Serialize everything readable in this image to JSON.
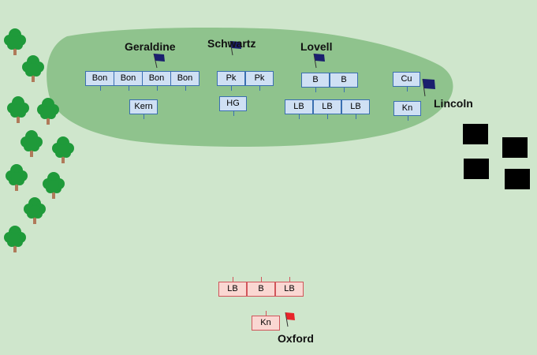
{
  "colors": {
    "background": "#cfe6cc",
    "forest": "#8fc38d",
    "york_unit_fill": "#cfe0f4",
    "york_unit_border": "#3a6fb0",
    "york_flag": "#1a1f6e",
    "lancaster_unit_fill": "#fad7d2",
    "lancaster_unit_border": "#d0555a",
    "lancaster_flag": "#e8242a",
    "village": "#000000",
    "tree_foliage": "#1f9a3a",
    "tree_trunk": "#b07a5a"
  },
  "leaders": {
    "geraldine": "Geraldine",
    "schwartz": "Schwartz",
    "lovell": "Lovell",
    "lincoln": "Lincoln",
    "oxford": "Oxford"
  },
  "units": {
    "geraldine_front": [
      "Bon",
      "Bon",
      "Bon",
      "Bon"
    ],
    "geraldine_rear": "Kern",
    "schwartz_front": [
      "Pk",
      "Pk"
    ],
    "schwartz_rear": "HG",
    "lovell_front": [
      "B",
      "B"
    ],
    "lovell_rear": [
      "LB",
      "LB",
      "LB"
    ],
    "lincoln_front": "Cu",
    "lincoln_rear": "Kn",
    "oxford_front": [
      "LB",
      "B",
      "LB"
    ],
    "oxford_rear": "Kn"
  }
}
